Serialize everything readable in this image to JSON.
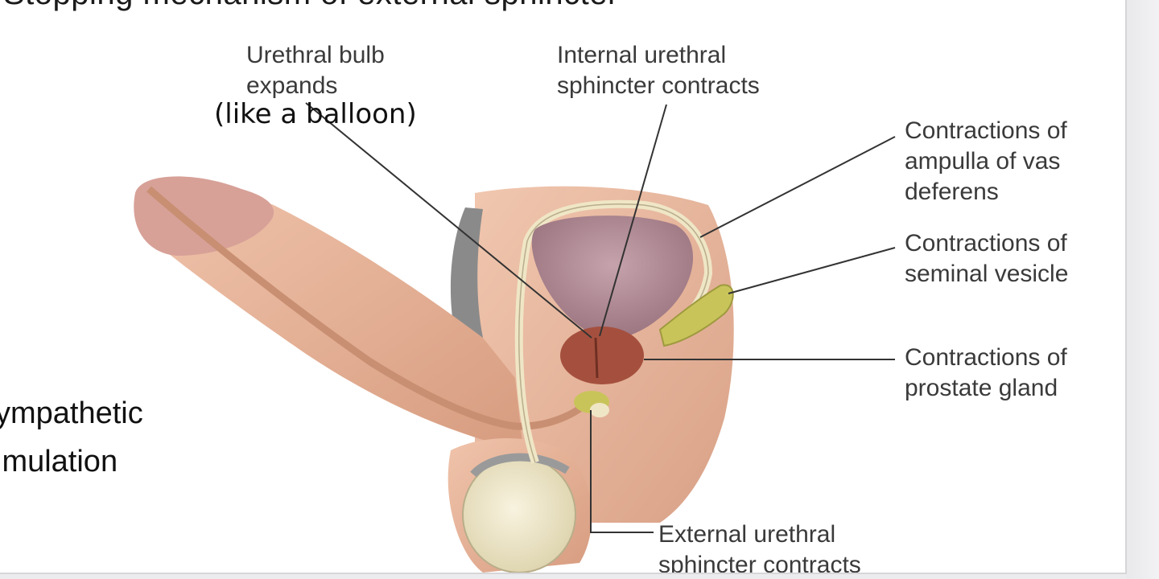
{
  "slide": {
    "title": "Stopping mechanism of external sphincter",
    "side_text": "ympathetic\nimulation"
  },
  "diagram": {
    "handwritten_note": "(like a balloon)",
    "labels": {
      "urethral_bulb": "Urethral bulb\nexpands",
      "internal_sphincter": "Internal urethral\nsphincter contracts",
      "ampulla": "Contractions of\nampulla of vas\ndeferens",
      "seminal_vesicle": "Contractions of\nseminal vesicle",
      "prostate": "Contractions of\nprostate gland",
      "external_sphincter": "External urethral\nsphincter contracts"
    }
  },
  "colors": {
    "skin": "#e7b59a",
    "skin_dark": "#c98f72",
    "bladder": "#b48f98",
    "prostate": "#a5503e",
    "vesicle": "#c9c45a",
    "testis": "#f1ebcf",
    "hair": "#7a7a7a",
    "leader_line": "#333333"
  }
}
